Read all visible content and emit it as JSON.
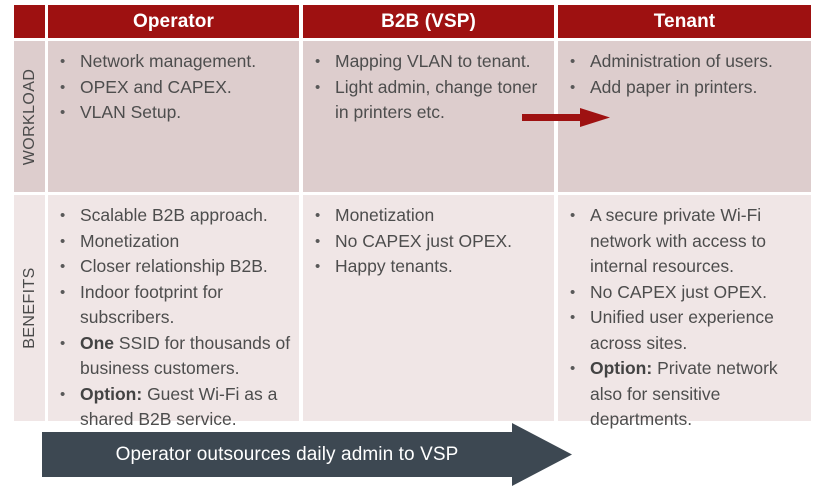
{
  "table": {
    "corner_label": "",
    "columns": [
      {
        "id": "operator",
        "label": "Operator"
      },
      {
        "id": "b2b",
        "label": "B2B (VSP)"
      },
      {
        "id": "tenant",
        "label": "Tenant"
      }
    ],
    "rows": [
      {
        "id": "workload",
        "label": "WORKLOAD",
        "cells": {
          "operator": [
            "Network management.",
            "OPEX and CAPEX.",
            "VLAN Setup."
          ],
          "b2b": [
            "Mapping VLAN to tenant.",
            "Light admin, change toner in printers etc."
          ],
          "tenant": [
            "Administration of users.",
            "Add paper in printers."
          ]
        }
      },
      {
        "id": "benefits",
        "label": "BENEFITS",
        "cells": {
          "operator": [
            "Scalable B2B approach.",
            "Monetization",
            "Closer relationship B2B.",
            "Indoor footprint for subscribers.",
            "<b>One</b> SSID for thousands of business customers.",
            "<b>Option:</b> Guest Wi-Fi as a shared B2B service."
          ],
          "b2b": [
            "Monetization",
            "No CAPEX just OPEX.",
            "Happy tenants."
          ],
          "tenant": [
            "A secure private Wi-Fi network with access to internal resources.",
            "No CAPEX just OPEX.",
            "Unified user experience across sites.",
            "<b>Option:</b> Private network also for sensitive departments."
          ]
        }
      }
    ]
  },
  "banner": {
    "text": "Operator outsources daily admin to VSP"
  },
  "annotations": {
    "flow_arrow_label": "workload handoff arrow"
  },
  "colors": {
    "header_red": "#9e1111",
    "accent_red": "#9e1111",
    "row_workload_bg": "#ddcdcd",
    "row_benefits_bg": "#f0e6e6",
    "banner_slate": "#3d4852",
    "text_gray": "#4d4d4d",
    "header_text": "#ffffff"
  }
}
